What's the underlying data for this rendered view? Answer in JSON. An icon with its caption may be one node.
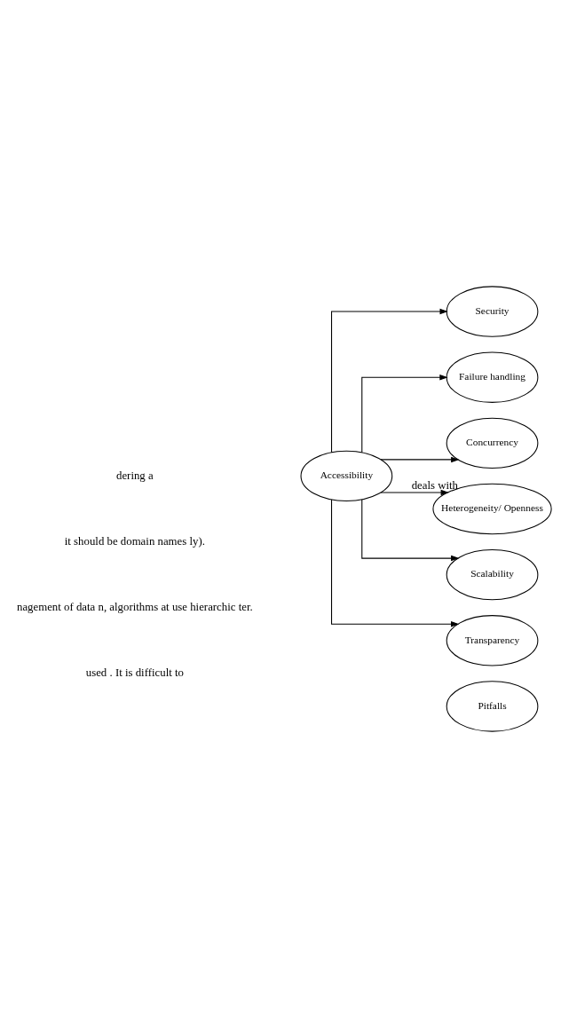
{
  "diagram": {
    "nodes": [
      {
        "text": [
          "Accessibility"
        ]
      },
      {
        "text": [
          "Security"
        ]
      },
      {
        "text": [
          "Failure handling"
        ]
      },
      {
        "text": [
          "Concurrency"
        ]
      },
      {
        "text": [
          "Heterogeneity/ Openness"
        ]
      },
      {
        "text": [
          "Scalability"
        ]
      },
      {
        "text": [
          "Transparency"
        ]
      },
      {
        "text": [
          "Pitfalls"
        ]
      }
    ],
    "edges": [
      {
        "from": 0,
        "to": 1,
        "arrow": "to"
      },
      {
        "from": 0,
        "to": 2,
        "arrow": "to"
      },
      {
        "from": 0,
        "to": 3,
        "arrow": "to"
      },
      {
        "from": 0,
        "to": 4,
        "arrow": "to",
        "label": "deals with"
      },
      {
        "from": 0,
        "to": 5,
        "arrow": "to"
      },
      {
        "from": 0,
        "to": 6,
        "arrow": "to"
      }
    ],
    "labels": [
      "dering a",
      "it should be domain names ly).",
      "nagement of data n, algorithms at use hierarchic ter.",
      "used . It is difficult to"
    ]
  }
}
